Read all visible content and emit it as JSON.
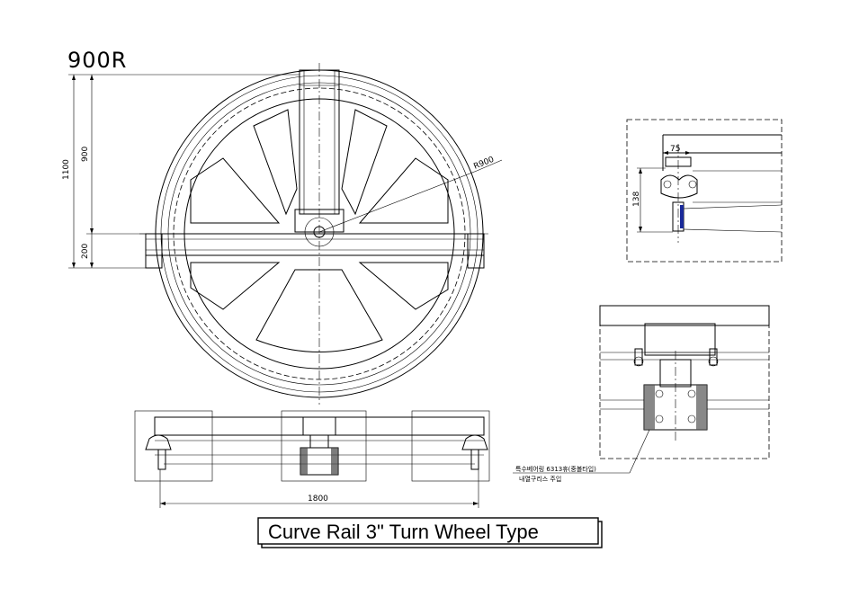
{
  "radius_label": "900R",
  "main_view": {
    "dim_overall": "1100",
    "dim_upper": "900",
    "dim_lower": "200",
    "radius_callout": "R900"
  },
  "detail_top": {
    "dim_width": "75",
    "dim_height": "138"
  },
  "bottom_view": {
    "dim_length": "1800"
  },
  "detail_bearing": {
    "note_line1": "특수베어링 6313휴(중볼타입)",
    "note_line2": "내열구리스 주입"
  },
  "title": "Curve Rail 3\" Turn Wheel Type"
}
